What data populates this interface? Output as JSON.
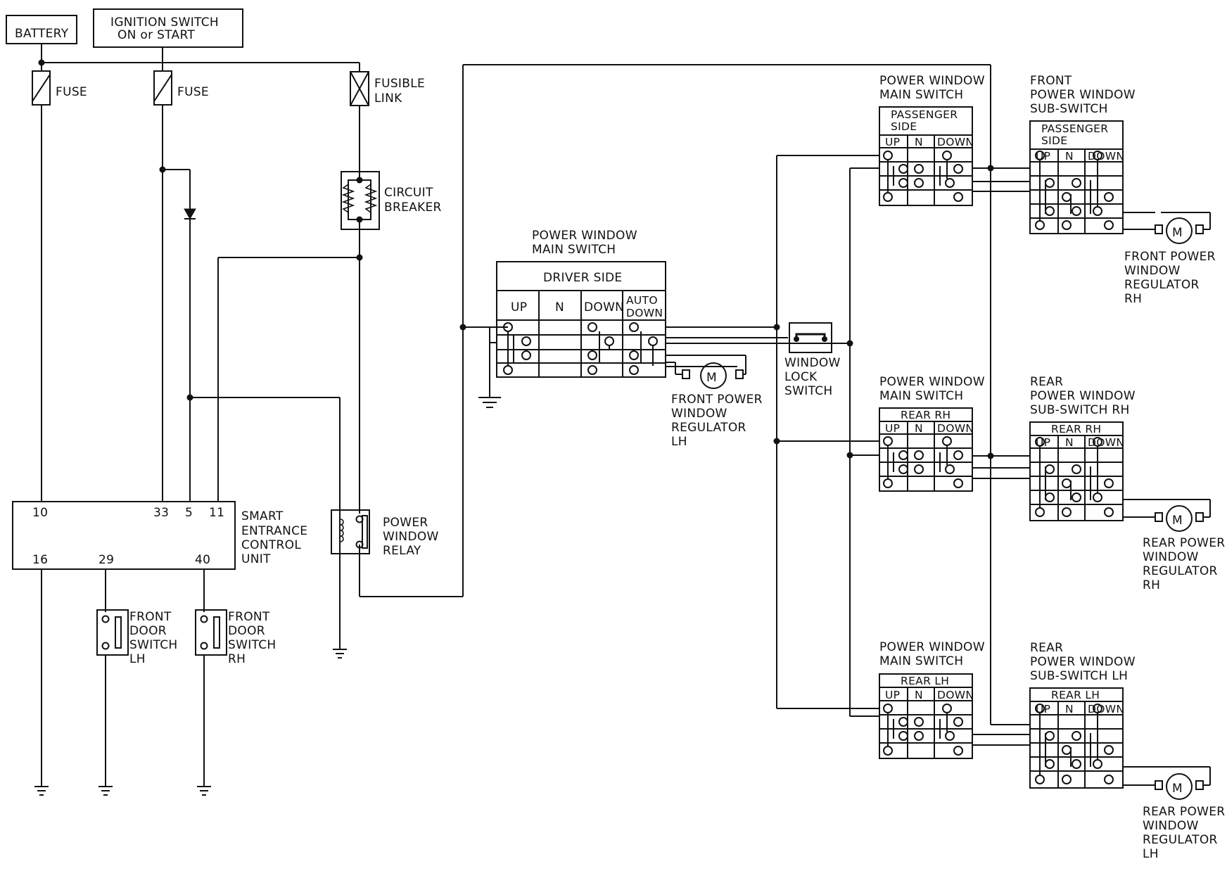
{
  "battery": "BATTERY",
  "ignition": {
    "line1": "IGNITION SWITCH",
    "line2": "ON or START"
  },
  "fuse": "FUSE",
  "fusible_link": {
    "line1": "FUSIBLE",
    "line2": "LINK"
  },
  "circuit_breaker": {
    "line1": "CIRCUIT",
    "line2": "BREAKER"
  },
  "seu": {
    "lines": [
      "SMART",
      "ENTRANCE",
      "CONTROL",
      "UNIT"
    ],
    "pins_top": [
      "10",
      "33",
      "5",
      "11"
    ],
    "pins_bottom": [
      "16",
      "29",
      "40"
    ]
  },
  "door_lh": [
    "FRONT",
    "DOOR",
    "SWITCH",
    "LH"
  ],
  "door_rh": [
    "FRONT",
    "DOOR",
    "SWITCH",
    "RH"
  ],
  "relay": [
    "POWER",
    "WINDOW",
    "RELAY"
  ],
  "main_switch_title": [
    "POWER WINDOW",
    "MAIN SWITCH"
  ],
  "driver_side": {
    "header": "DRIVER SIDE",
    "cols": [
      "UP",
      "N",
      "DOWN"
    ],
    "auto": [
      "AUTO",
      "DOWN"
    ]
  },
  "front_lh_motor": [
    "FRONT POWER",
    "WINDOW",
    "REGULATOR",
    "LH"
  ],
  "window_lock": [
    "WINDOW",
    "LOCK",
    "SWITCH"
  ],
  "main_passenger": {
    "header": [
      "PASSENGER",
      "SIDE"
    ],
    "cols": [
      "UP",
      "N",
      "DOWN"
    ]
  },
  "front_sub_title": [
    "FRONT",
    "POWER WINDOW",
    "SUB-SWITCH"
  ],
  "front_sub": {
    "header": [
      "PASSENGER",
      "SIDE"
    ],
    "cols": [
      "UP",
      "N",
      "DOWN"
    ]
  },
  "front_rh_motor": [
    "FRONT POWER",
    "WINDOW",
    "REGULATOR",
    "RH"
  ],
  "main_rear_rh": {
    "header": "REAR RH",
    "cols": [
      "UP",
      "N",
      "DOWN"
    ]
  },
  "rear_sub_rh_title": [
    "REAR",
    "POWER WINDOW",
    "SUB-SWITCH RH"
  ],
  "rear_sub_rh": {
    "header": "REAR RH",
    "cols": [
      "UP",
      "N",
      "DOWN"
    ]
  },
  "rear_rh_motor": [
    "REAR POWER",
    "WINDOW",
    "REGULATOR",
    "RH"
  ],
  "main_rear_lh": {
    "header": "REAR LH",
    "cols": [
      "UP",
      "N",
      "DOWN"
    ]
  },
  "rear_sub_lh_title": [
    "REAR",
    "POWER WINDOW",
    "SUB-SWITCH LH"
  ],
  "rear_sub_lh": {
    "header": "REAR LH",
    "cols": [
      "UP",
      "N",
      "DOWN"
    ]
  },
  "rear_lh_motor": [
    "REAR POWER",
    "WINDOW",
    "REGULATOR",
    "LH"
  ],
  "motor_symbol": "M"
}
